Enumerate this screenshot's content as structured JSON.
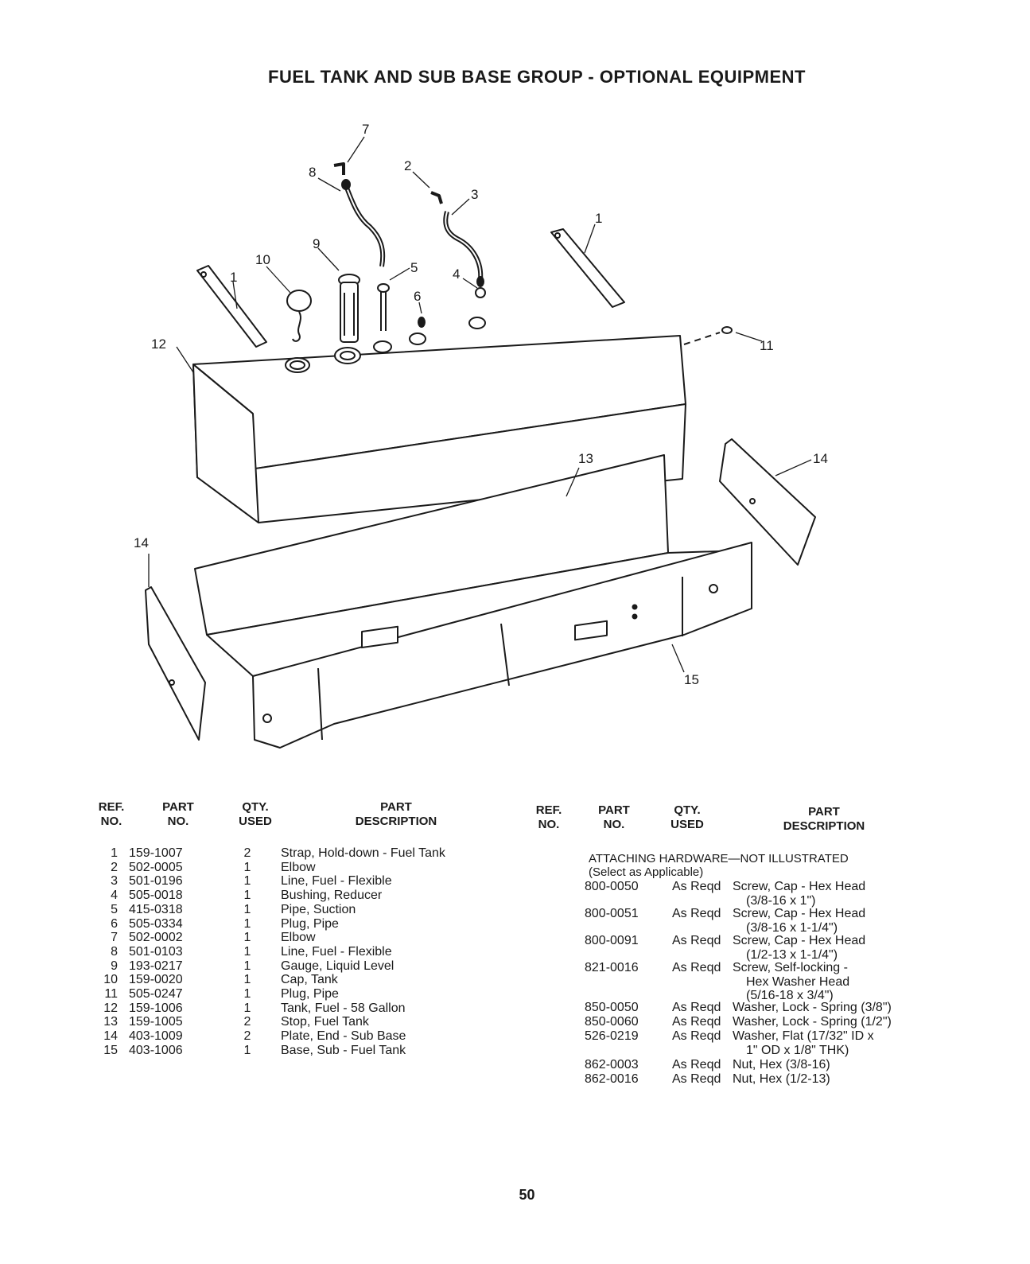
{
  "title": "FUEL TANK AND SUB BASE GROUP - OPTIONAL EQUIPMENT",
  "diagram_labels": [
    "7",
    "8",
    "2",
    "3",
    "1",
    "9",
    "10",
    "5",
    "4",
    "1",
    "6",
    "12",
    "11",
    "13",
    "14",
    "14",
    "15"
  ],
  "left_table": {
    "headers": [
      "REF.\nNO.",
      "PART\nNO.",
      "QTY.\nUSED",
      "PART\nDESCRIPTION"
    ],
    "rows": [
      {
        "ref": "1",
        "part": "159-1007",
        "qty": "2",
        "desc": "Strap, Hold-down - Fuel Tank"
      },
      {
        "ref": "2",
        "part": "502-0005",
        "qty": "1",
        "desc": "Elbow"
      },
      {
        "ref": "3",
        "part": "501-0196",
        "qty": "1",
        "desc": "Line, Fuel - Flexible"
      },
      {
        "ref": "4",
        "part": "505-0018",
        "qty": "1",
        "desc": "Bushing, Reducer"
      },
      {
        "ref": "5",
        "part": "415-0318",
        "qty": "1",
        "desc": "Pipe, Suction"
      },
      {
        "ref": "6",
        "part": "505-0334",
        "qty": "1",
        "desc": "Plug, Pipe"
      },
      {
        "ref": "7",
        "part": "502-0002",
        "qty": "1",
        "desc": "Elbow"
      },
      {
        "ref": "8",
        "part": "501-0103",
        "qty": "1",
        "desc": "Line, Fuel - Flexible"
      },
      {
        "ref": "9",
        "part": "193-0217",
        "qty": "1",
        "desc": "Gauge, Liquid Level"
      },
      {
        "ref": "10",
        "part": "159-0020",
        "qty": "1",
        "desc": "Cap, Tank"
      },
      {
        "ref": "11",
        "part": "505-0247",
        "qty": "1",
        "desc": "Plug, Pipe"
      },
      {
        "ref": "12",
        "part": "159-1006",
        "qty": "1",
        "desc": "Tank, Fuel - 58 Gallon"
      },
      {
        "ref": "13",
        "part": "159-1005",
        "qty": "2",
        "desc": "Stop, Fuel Tank"
      },
      {
        "ref": "14",
        "part": "403-1009",
        "qty": "2",
        "desc": "Plate, End - Sub Base"
      },
      {
        "ref": "15",
        "part": "403-1006",
        "qty": "1",
        "desc": "Base, Sub - Fuel Tank"
      }
    ]
  },
  "right_table": {
    "headers": [
      "REF.\nNO.",
      "PART\nNO.",
      "QTY.\nUSED",
      "PART\nDESCRIPTION"
    ],
    "hardware_heading": "ATTACHING HARDWARE—NOT ILLUSTRATED\n(Select as Applicable)",
    "rows": [
      {
        "part": "800-0050",
        "qty": "As Reqd",
        "desc": "Screw, Cap - Hex Head",
        "desc2": "(3/8-16 x 1\")"
      },
      {
        "part": "800-0051",
        "qty": "As Reqd",
        "desc": "Screw, Cap - Hex Head",
        "desc2": "(3/8-16 x 1-1/4\")"
      },
      {
        "part": "800-0091",
        "qty": "As Reqd",
        "desc": "Screw, Cap - Hex Head",
        "desc2": "(1/2-13 x 1-1/4\")"
      },
      {
        "part": "821-0016",
        "qty": "As Reqd",
        "desc": "Screw, Self-locking -",
        "desc2": "Hex Washer Head",
        "desc3": "(5/16-18 x 3/4\")"
      },
      {
        "part": "850-0050",
        "qty": "As Reqd",
        "desc": "Washer, Lock - Spring (3/8\")"
      },
      {
        "part": "850-0060",
        "qty": "As Reqd",
        "desc": "Washer, Lock - Spring (1/2\")"
      },
      {
        "part": "526-0219",
        "qty": "As Reqd",
        "desc": "Washer, Flat (17/32\" ID x",
        "desc2": "1\" OD x 1/8\" THK)"
      },
      {
        "part": "862-0003",
        "qty": "As Reqd",
        "desc": "Nut, Hex (3/8-16)"
      },
      {
        "part": "862-0016",
        "qty": "As Reqd",
        "desc": "Nut, Hex (1/2-13)"
      }
    ]
  },
  "page_number": "50"
}
